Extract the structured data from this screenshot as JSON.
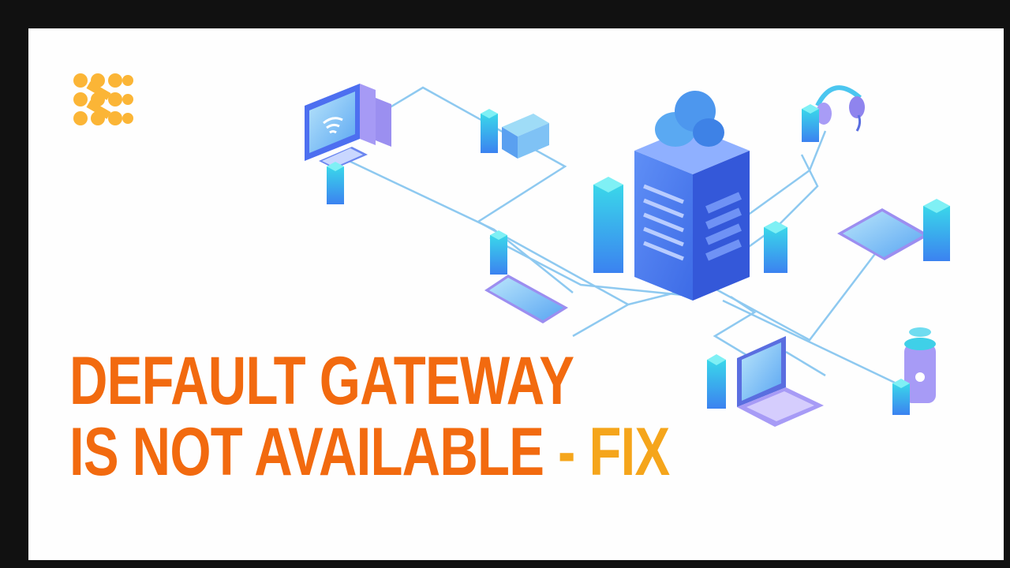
{
  "headline": {
    "line1": "DEFAULT GATEWAY",
    "line2_main": "IS NOT AVAILABLE",
    "line2_dash": " - ",
    "line2_accent": "FIX"
  },
  "colors": {
    "primary_text": "#f26a0f",
    "accent_text": "#f5a51b",
    "logo": "#fbb536",
    "frame": "#111111",
    "network_line": "#8ec9f0",
    "server_blue": "#4a7ff0",
    "node_cyan": "#39d2e8"
  },
  "icons": [
    "logo-dots-icon",
    "desktop-computer-icon",
    "router-icon",
    "server-tower-icon",
    "cloud-icon",
    "headset-icon",
    "tablet-icon",
    "smartphone-icon",
    "laptop-icon",
    "smart-speaker-icon"
  ]
}
